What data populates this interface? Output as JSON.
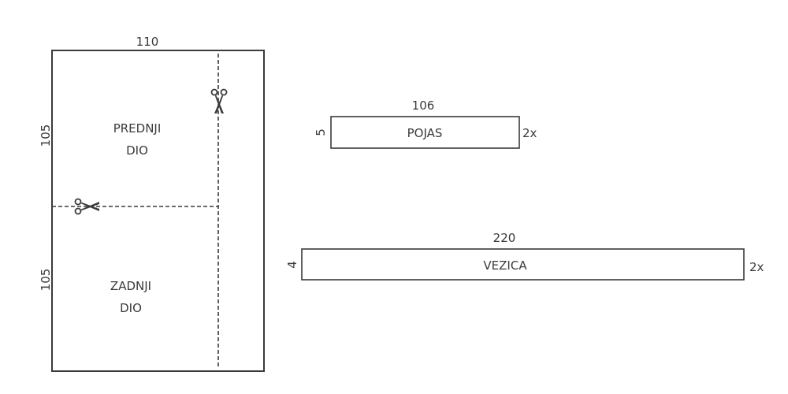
{
  "colors": {
    "line": "#3a3a3a",
    "background": "#ffffff"
  },
  "fabric": {
    "width_label": "110",
    "front_height_label": "105",
    "back_height_label": "105",
    "front_piece": {
      "line1": "PREDNJI",
      "line2": "DIO"
    },
    "back_piece": {
      "line1": "ZADNJI",
      "line2": "DIO"
    },
    "icons": [
      "scissors-icon",
      "scissors-icon"
    ]
  },
  "pojas": {
    "name": "POJAS",
    "length_label": "106",
    "width_label": "5",
    "quantity": "2x"
  },
  "vezica": {
    "name": "VEZICA",
    "length_label": "220",
    "width_label": "4",
    "quantity": "2x"
  }
}
